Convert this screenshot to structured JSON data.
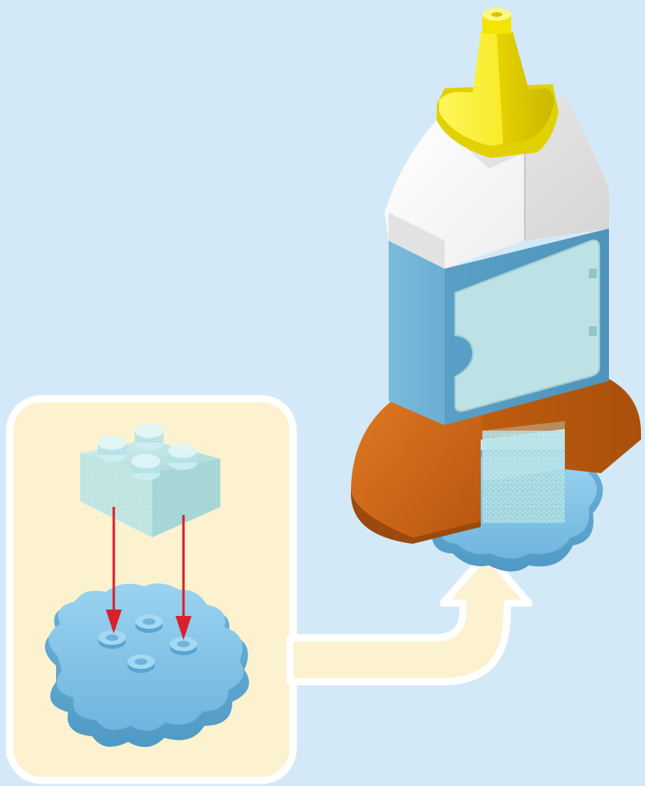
{
  "scene": {
    "type": "building-instruction-step",
    "background_color": "#d3e9f7",
    "callout_background_color": "#fdf2cf",
    "callout_border_color": "#ffffff",
    "arrow_color": "#d8202a",
    "pointer_color": "#fdf2cf",
    "model_colors": {
      "nose_cone": "#f4ea00",
      "upper_body": "#f5f5f5",
      "body": "#6fb0d2",
      "door": "#bfe3e6",
      "base": "#d06a1a",
      "gear": "#7fc2e6",
      "transparent_brick": "#bfe8ec"
    },
    "icons": [
      "rocket-model",
      "gear-plate",
      "transparent-2x2-brick",
      "down-arrow-icon",
      "curved-pointer-arrow-icon"
    ]
  }
}
